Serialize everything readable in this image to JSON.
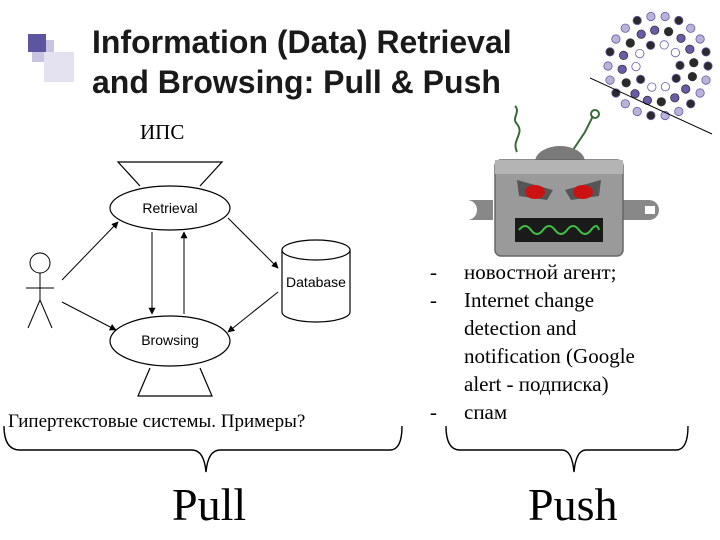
{
  "slide": {
    "title_line1": "Information (Data) Retrieval",
    "title_line2": "and Browsing: Pull & Push",
    "ips_label": "ИПС"
  },
  "diagram": {
    "retrieval": "Retrieval",
    "browsing": "Browsing",
    "database": "Database"
  },
  "hypertext_caption": "Гипертекстовые системы. Примеры?",
  "push_items": [
    "новостной агент;",
    "Internet change detection and notification (Google alert - подписка)",
    "спам"
  ],
  "push_item_lines": [
    [
      "новостной агент;"
    ],
    [
      "Internet change",
      "detection and",
      "notification (Google",
      "alert - подписка)"
    ],
    [
      "спам"
    ]
  ],
  "bullet_dash": "-",
  "labels": {
    "pull": "Pull",
    "push": "Push"
  },
  "colors": {
    "accent_purple": "#6a5aa8",
    "light_purple": "#b9b3d9",
    "robot_gray": "#8c8c8c",
    "robot_eye": "#cc1111",
    "robot_mouth": "#2f8f2f"
  }
}
